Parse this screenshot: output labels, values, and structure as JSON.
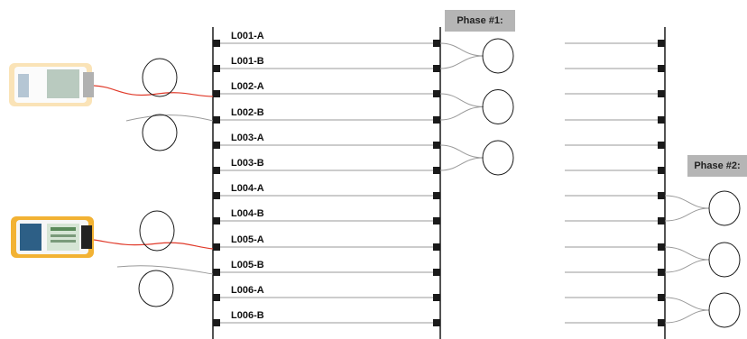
{
  "phases": {
    "phase1": "Phase #1:",
    "phase2": "Phase #2:"
  },
  "links": [
    "L001-A",
    "L001-B",
    "L002-A",
    "L002-B",
    "L003-A",
    "L003-B",
    "L004-A",
    "L004-B",
    "L005-A",
    "L005-B",
    "L006-A",
    "L006-B"
  ],
  "colors": {
    "line": "#9a9a9a",
    "connector": "#1a1a1a",
    "launch_cord": "#e03a2a",
    "tester_body": "#f2b233",
    "tester_screen": "#2d5f86",
    "phase_box": "#b5b5b5"
  },
  "devices": [
    {
      "name": "tester-top",
      "state": "faded"
    },
    {
      "name": "tester-bottom",
      "state": "active"
    }
  ]
}
